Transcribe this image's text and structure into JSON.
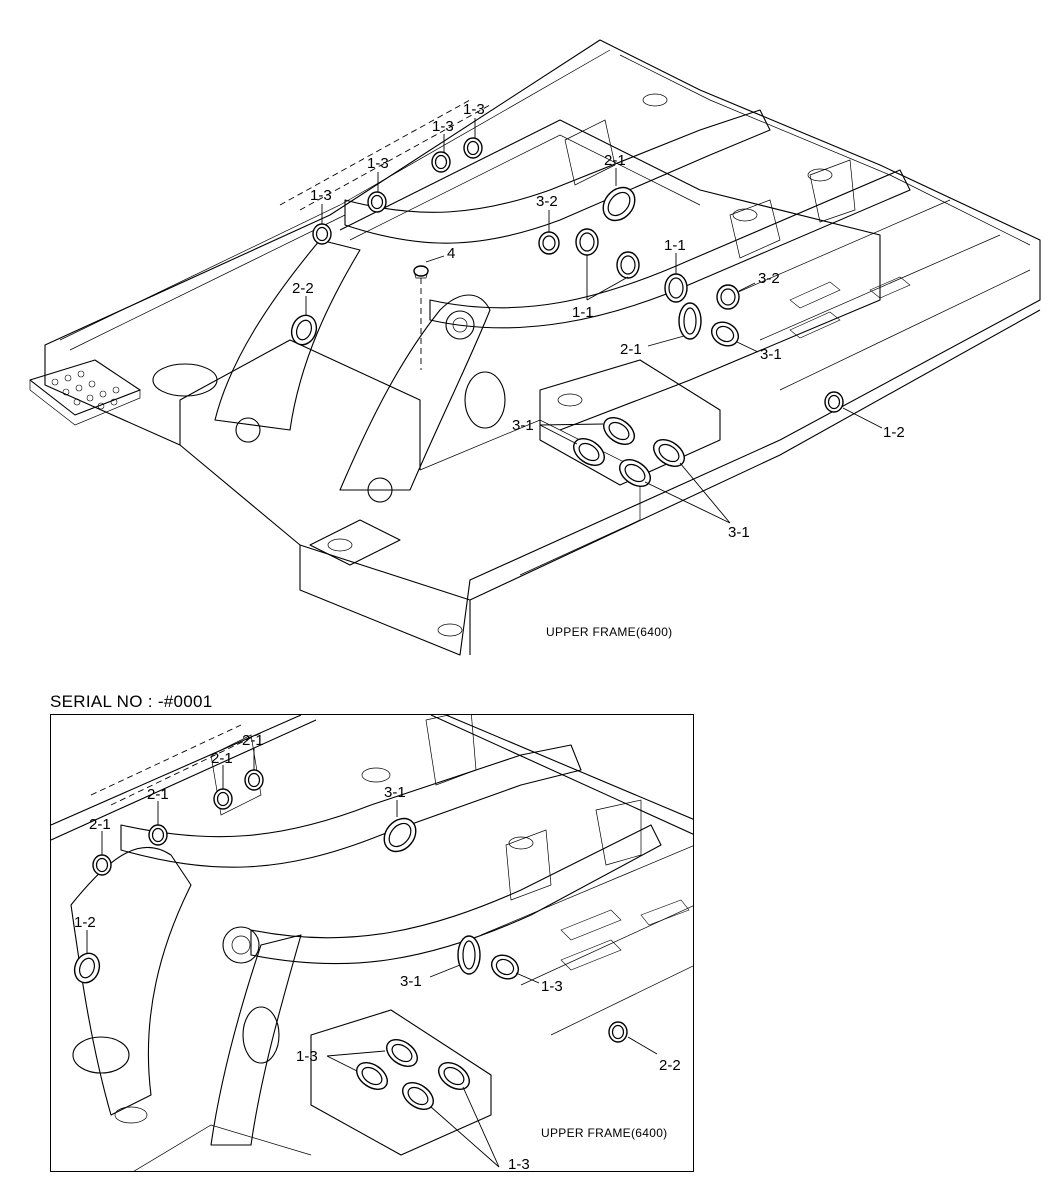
{
  "top_diagram": {
    "caption": "UPPER FRAME(6400)",
    "callouts": {
      "c1": "1-3",
      "c2": "1-3",
      "c3": "1-3",
      "c4": "1-3",
      "c5": "2-1",
      "c6": "3-2",
      "c7": "4",
      "c8": "2-2",
      "c9": "1-1",
      "c10": "3-2",
      "c11": "1-1",
      "c12": "2-1",
      "c13": "3-1",
      "c14": "3-1",
      "c15": "1-2",
      "c16": "3-1"
    }
  },
  "serial_label": "SERIAL NO : -#0001",
  "inset_diagram": {
    "caption": "UPPER FRAME(6400)",
    "callouts": {
      "c1": "2-1",
      "c2": "2-1",
      "c3": "2-1",
      "c4": "2-1",
      "c5": "3-1",
      "c6": "1-2",
      "c7": "3-1",
      "c8": "1-3",
      "c9": "1-3",
      "c10": "2-2",
      "c11": "1-3"
    }
  }
}
